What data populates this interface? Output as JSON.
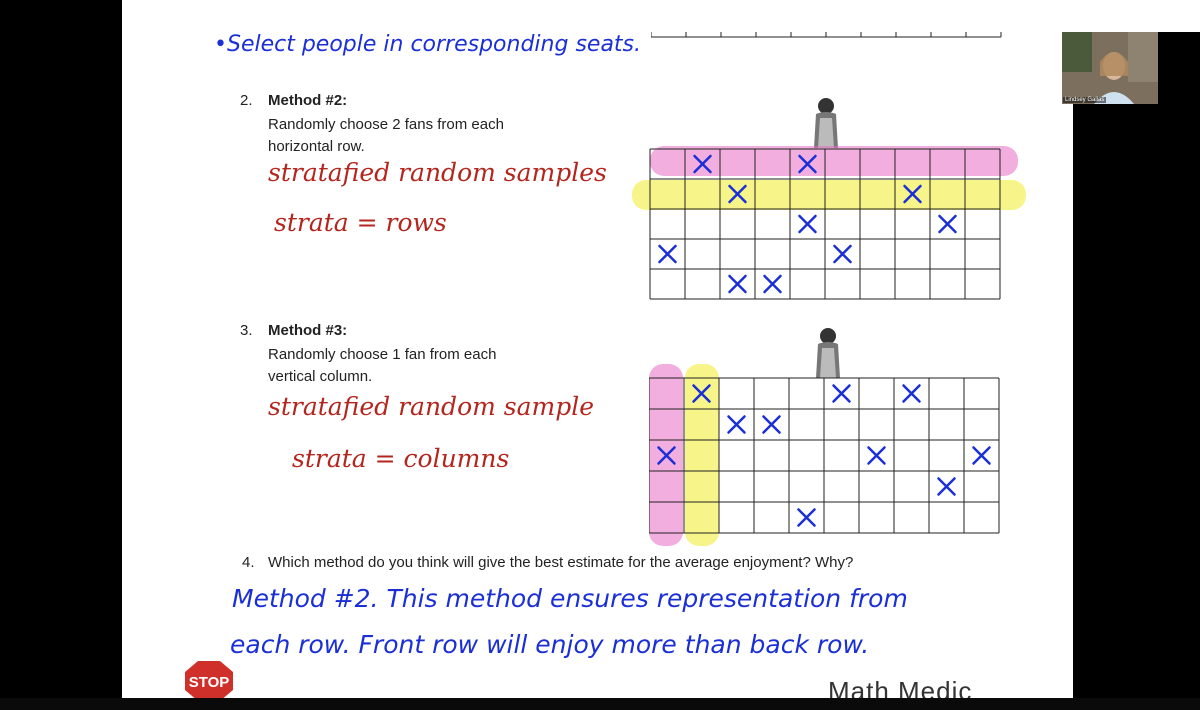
{
  "header_note": "•Select people in corresponding seats.",
  "method2": {
    "number": "2.",
    "title": "Method #2:",
    "desc_line1": "Randomly choose 2 fans from each",
    "desc_line2": "horizontal row.",
    "note_line1": "stratafied random samples",
    "note_line2": "strata = rows"
  },
  "method3": {
    "number": "3.",
    "title": "Method #3:",
    "desc_line1": "Randomly choose 1 fan from each",
    "desc_line2": "vertical column.",
    "note_line1": "stratafied random sample",
    "note_line2": "strata = columns"
  },
  "question4": {
    "number": "4.",
    "text": "Which method do you think will give the best estimate for the average enjoyment? Why?"
  },
  "answer": {
    "line1": "Method #2. This method ensures representation from",
    "line2": "each row. Front row will enjoy more than back row."
  },
  "grid2_marks": [
    [
      1,
      0
    ],
    [
      4,
      0
    ],
    [
      2,
      1
    ],
    [
      7,
      1
    ],
    [
      4,
      2
    ],
    [
      8,
      2
    ],
    [
      0,
      3
    ],
    [
      5,
      3
    ],
    [
      2,
      4
    ],
    [
      3,
      4
    ]
  ],
  "grid3_marks": [
    [
      1,
      0
    ],
    [
      5,
      0
    ],
    [
      7,
      0
    ],
    [
      2,
      1
    ],
    [
      3,
      1
    ],
    [
      0,
      2
    ],
    [
      6,
      2
    ],
    [
      9,
      2
    ],
    [
      8,
      3
    ],
    [
      4,
      4
    ]
  ],
  "stop_label": "STOP",
  "brand_text": "Math Medic",
  "webcam_name": "Lindsey Gallas",
  "colors": {
    "highlight_pink": "#e86bc2",
    "highlight_yellow": "#f2ec3a",
    "ink_blue": "#1a2fd6",
    "ink_red": "#b3261e"
  }
}
